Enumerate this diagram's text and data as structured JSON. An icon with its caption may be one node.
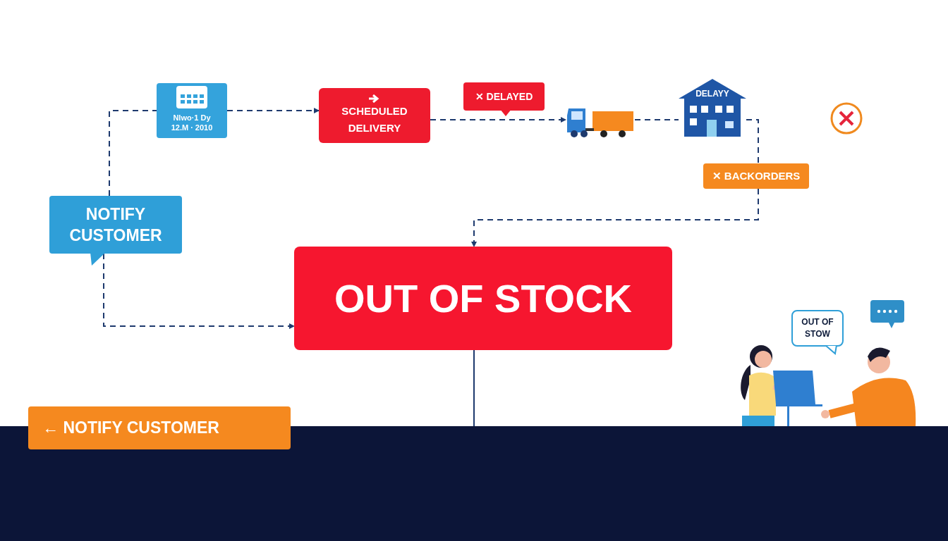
{
  "diagram": {
    "nodes": [
      {
        "text": [
          "NOTIFY CUSTOMER"
        ]
      },
      {
        "text": [
          "Nlwo·1 Dy 12.M · 2010"
        ]
      },
      {
        "text": [
          "SCHEDULED DELIVERY"
        ]
      },
      {
        "text": [
          "✕ DELAYED"
        ]
      },
      {
        "text": [],
        "shape": "picture"
      },
      {
        "text": [
          "DELAYY"
        ]
      },
      {
        "text": [
          "✕ BACKORDERS"
        ]
      },
      {
        "text": [
          "OUT OF STOCK"
        ]
      },
      {
        "text": [
          "← NOTIFY CUSTOMER"
        ]
      },
      {
        "text": [
          "OUT OF STOW"
        ]
      },
      {
        "text": [],
        "shape": "bar"
      }
    ],
    "edges": [
      {
        "from": 0,
        "to": 1,
        "arrow": "none",
        "style": "dashed"
      },
      {
        "from": 1,
        "to": 2,
        "arrow": "to",
        "style": "dashed"
      },
      {
        "from": 2,
        "to": 4,
        "arrow": "to",
        "style": "dashed"
      },
      {
        "from": 4,
        "to": 5,
        "arrow": "none",
        "style": "dashed"
      },
      {
        "from": 5,
        "to": 6,
        "arrow": "none",
        "style": "dashed"
      },
      {
        "from": 6,
        "to": 7,
        "arrow": "to",
        "style": "dashed"
      },
      {
        "from": 0,
        "to": 7,
        "arrow": "to",
        "style": "dashed"
      },
      {
        "from": 7,
        "to": 10,
        "arrow": "none"
      }
    ]
  }
}
